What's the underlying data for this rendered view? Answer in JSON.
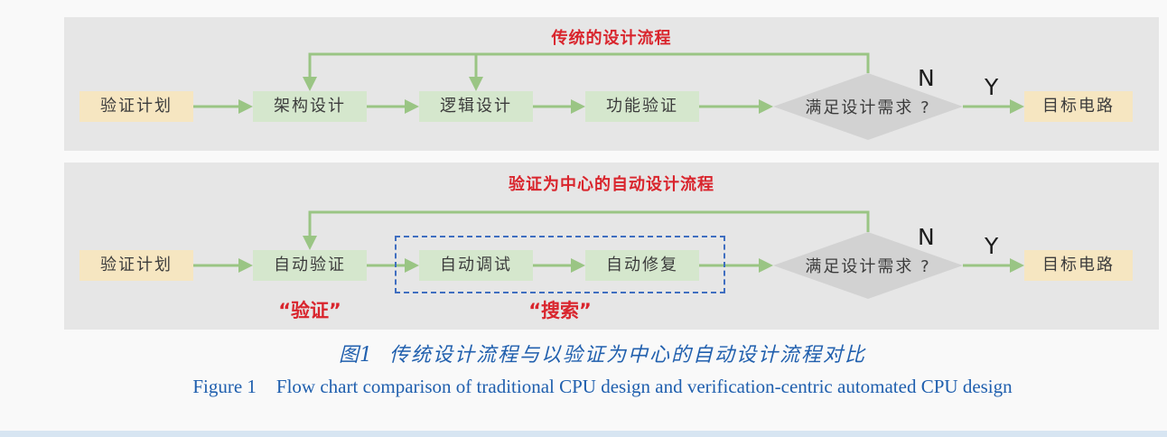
{
  "figure": {
    "caption_cn_label": "图1",
    "caption_cn_text": "传统设计流程与以验证为中心的自动设计流程对比",
    "caption_en_label": "Figure 1",
    "caption_en_text": "Flow chart comparison of traditional CPU design and verification-centric automated CPU design"
  },
  "colors": {
    "panel_background": "#e6e6e6",
    "start_end_node": "#f6e6c1",
    "process_node": "#d5e7cd",
    "decision_node": "#d2d2d2",
    "arrow": "#9ac584",
    "title_red": "#d9252d",
    "dashed_border_blue": "#3f6ec0",
    "caption_blue": "#2160ae"
  },
  "flows": [
    {
      "title": "传统的设计流程",
      "nodes": [
        {
          "label": "验证计划",
          "type": "start"
        },
        {
          "label": "架构设计",
          "type": "process"
        },
        {
          "label": "逻辑设计",
          "type": "process"
        },
        {
          "label": "功能验证",
          "type": "process"
        },
        {
          "label": "满足设计需求 ?",
          "type": "decision"
        },
        {
          "label": "目标电路",
          "type": "end"
        }
      ],
      "branch_no": "N",
      "branch_yes": "Y"
    },
    {
      "title": "验证为中心的自动设计流程",
      "nodes": [
        {
          "label": "验证计划",
          "type": "start"
        },
        {
          "label": "自动验证",
          "type": "process"
        },
        {
          "label": "自动调试",
          "type": "process"
        },
        {
          "label": "自动修复",
          "type": "process"
        },
        {
          "label": "满足设计需求 ?",
          "type": "decision"
        },
        {
          "label": "目标电路",
          "type": "end"
        }
      ],
      "branch_no": "N",
      "branch_yes": "Y",
      "annotations": [
        {
          "label": "“验证”"
        },
        {
          "label": "“搜索”"
        }
      ]
    }
  ]
}
